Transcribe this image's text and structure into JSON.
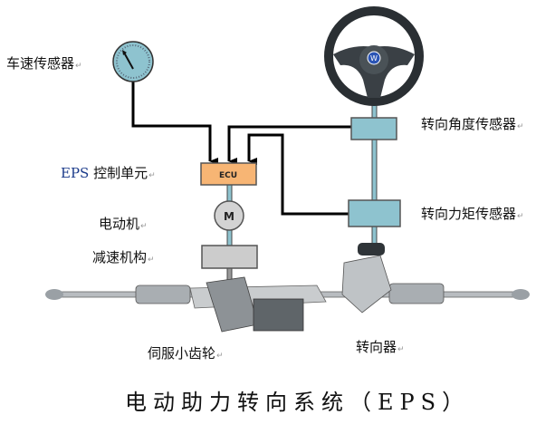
{
  "labels": {
    "speed_sensor": "车速传感器",
    "ecu_unit_prefix": "EPS",
    "ecu_unit": "控制单元",
    "motor": "电动机",
    "reducer": "减速机构",
    "angle_sensor": "转向角度传感器",
    "torque_sensor": "转向力矩传感器",
    "steering_gear": "转向器",
    "servo_pinion": "伺服小齿轮"
  },
  "blocks": {
    "ecu": "ECU",
    "motor": "M"
  },
  "title": "电动助力转向系统（EPS）",
  "colors": {
    "ecu": "#f7b574",
    "sensor": "#8ec3cf",
    "gauge": "#8ec3cf",
    "reducer": "#cccccc"
  }
}
